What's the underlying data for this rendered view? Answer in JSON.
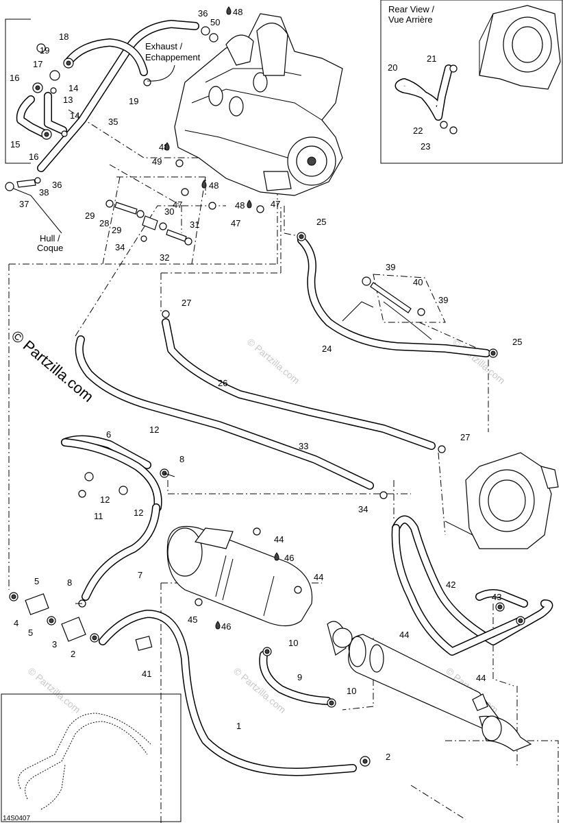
{
  "callouts": [
    {
      "id": "c36a",
      "text": "36"
    },
    {
      "id": "c50",
      "text": "50"
    },
    {
      "id": "c48a",
      "text": "48"
    },
    {
      "id": "c18",
      "text": "18"
    },
    {
      "id": "c19a",
      "text": "19"
    },
    {
      "id": "c17",
      "text": "17"
    },
    {
      "id": "c16a",
      "text": "16"
    },
    {
      "id": "c14a",
      "text": "14"
    },
    {
      "id": "c13",
      "text": "13"
    },
    {
      "id": "c14b",
      "text": "14"
    },
    {
      "id": "c35",
      "text": "35"
    },
    {
      "id": "c15",
      "text": "15"
    },
    {
      "id": "c16b",
      "text": "16"
    },
    {
      "id": "c19b",
      "text": "19"
    },
    {
      "id": "c48b",
      "text": "48"
    },
    {
      "id": "c49",
      "text": "49"
    },
    {
      "id": "c48c",
      "text": "48"
    },
    {
      "id": "c47a",
      "text": "47"
    },
    {
      "id": "c48d",
      "text": "48"
    },
    {
      "id": "c47b",
      "text": "47"
    },
    {
      "id": "c47c",
      "text": "47"
    },
    {
      "id": "c36b",
      "text": "36"
    },
    {
      "id": "c38",
      "text": "38"
    },
    {
      "id": "c37",
      "text": "37"
    },
    {
      "id": "c29a",
      "text": "29"
    },
    {
      "id": "c28",
      "text": "28"
    },
    {
      "id": "c29b",
      "text": "29"
    },
    {
      "id": "c30",
      "text": "30"
    },
    {
      "id": "c31",
      "text": "31"
    },
    {
      "id": "c34a",
      "text": "34"
    },
    {
      "id": "c32",
      "text": "32"
    },
    {
      "id": "c25a",
      "text": "25"
    },
    {
      "id": "c39a",
      "text": "39"
    },
    {
      "id": "c40",
      "text": "40"
    },
    {
      "id": "c39b",
      "text": "39"
    },
    {
      "id": "c24",
      "text": "24"
    },
    {
      "id": "c25b",
      "text": "25"
    },
    {
      "id": "c27a",
      "text": "27"
    },
    {
      "id": "c26",
      "text": "26"
    },
    {
      "id": "c27b",
      "text": "27"
    },
    {
      "id": "c33",
      "text": "33"
    },
    {
      "id": "c34b",
      "text": "34"
    },
    {
      "id": "c6",
      "text": "6"
    },
    {
      "id": "c12a",
      "text": "12"
    },
    {
      "id": "c8a",
      "text": "8"
    },
    {
      "id": "c12b",
      "text": "12"
    },
    {
      "id": "c11",
      "text": "11"
    },
    {
      "id": "c12c",
      "text": "12"
    },
    {
      "id": "c44a",
      "text": "44"
    },
    {
      "id": "c46a",
      "text": "46"
    },
    {
      "id": "c44b",
      "text": "44"
    },
    {
      "id": "c7",
      "text": "7"
    },
    {
      "id": "c5a",
      "text": "5"
    },
    {
      "id": "c8b",
      "text": "8"
    },
    {
      "id": "c4",
      "text": "4"
    },
    {
      "id": "c5b",
      "text": "5"
    },
    {
      "id": "c3",
      "text": "3"
    },
    {
      "id": "c2a",
      "text": "2"
    },
    {
      "id": "c41",
      "text": "41"
    },
    {
      "id": "c45",
      "text": "45"
    },
    {
      "id": "c46b",
      "text": "46"
    },
    {
      "id": "c10a",
      "text": "10"
    },
    {
      "id": "c44c",
      "text": "44"
    },
    {
      "id": "c9",
      "text": "9"
    },
    {
      "id": "c10b",
      "text": "10"
    },
    {
      "id": "c42",
      "text": "42"
    },
    {
      "id": "c43",
      "text": "43"
    },
    {
      "id": "c44d",
      "text": "44"
    },
    {
      "id": "c1",
      "text": "1"
    },
    {
      "id": "c2b",
      "text": "2"
    },
    {
      "id": "c21",
      "text": "21"
    },
    {
      "id": "c20",
      "text": "20"
    },
    {
      "id": "c22",
      "text": "22"
    },
    {
      "id": "c23",
      "text": "23"
    }
  ],
  "notes": {
    "exhaust_line1": "Exhaust /",
    "exhaust_line2": "Echappement",
    "hull_line1": "Hull /",
    "hull_line2": "Coque",
    "rear_line1": "Rear View /",
    "rear_line2": "Vue Arrière"
  },
  "watermark": {
    "main": "© Partzilla.com",
    "faint": "© Partzilla.com"
  },
  "figure_code": "14S0407",
  "colors": {
    "line": "#000000",
    "background": "#ffffff",
    "watermark": "#c8c8c8"
  }
}
